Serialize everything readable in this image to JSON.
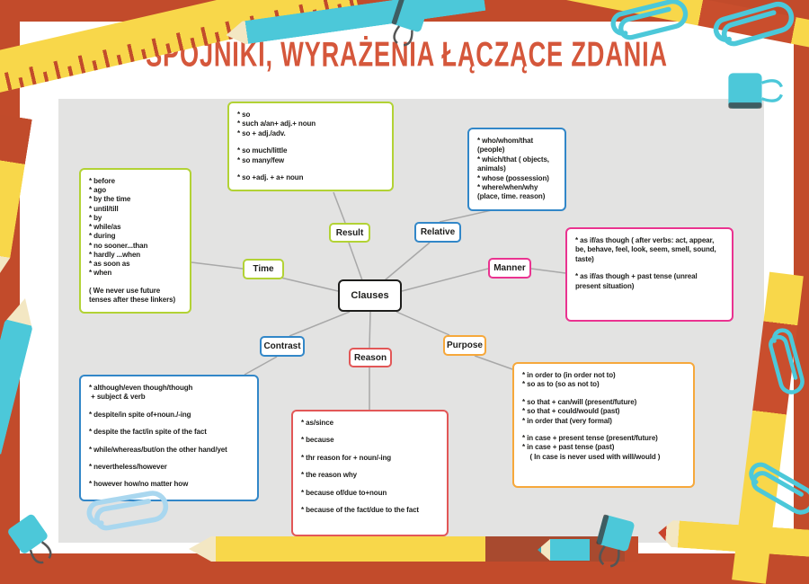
{
  "title": "SPÓJNIKI, WYRAŻENIA ŁĄCZĄCE ZDANIA",
  "colors": {
    "background": "#c24b2b",
    "poster": "#ffffff",
    "panel": "#e3e3e2",
    "title": "#d5573b",
    "green": "#b2d235",
    "blue": "#3287c8",
    "pink": "#ea3390",
    "red": "#e25757",
    "orange": "#f6a83b",
    "text": "#1d1d1b",
    "connector": "#a8a8a8"
  },
  "mindmap": {
    "center_label": "Clauses",
    "result": {
      "label": "Result",
      "items": [
        "* so",
        "* such a/an+ adj.+ noun",
        "* so + adj./adv.",
        "",
        "* so much/little",
        "* so many/few",
        "",
        "* so +adj. + a+ noun"
      ]
    },
    "relative": {
      "label": "Relative",
      "items": [
        "* who/whom/that (people)",
        "* which/that ( objects, animals)",
        "* whose (possession)",
        "* where/when/why (place, time. reason)"
      ]
    },
    "time": {
      "label": "Time",
      "items": [
        "* before",
        "* ago",
        "* by the time",
        "* until/till",
        "* by",
        "* while/as",
        "* during",
        "* no sooner...than",
        "* hardly ...when",
        "* as soon as",
        "* when",
        "",
        "( We never use future tenses after these linkers)"
      ]
    },
    "manner": {
      "label": "Manner",
      "items": [
        "* as if/as though ( after verbs: act, appear, be, behave, feel, look, seem, smell, sound, taste)",
        "",
        "* as if/as though + past tense (unreal present situation)"
      ]
    },
    "contrast": {
      "label": "Contrast",
      "items": [
        "* although/even though/though",
        " + subject & verb",
        "",
        "* despite/in spite of+noun./-ing",
        "",
        "* despite the fact/in spite of the fact",
        "",
        "* while/whereas/but/on the other hand/yet",
        "",
        "* nevertheless/however",
        "",
        "* however how/no matter how"
      ]
    },
    "reason": {
      "label": "Reason",
      "items": [
        "* as/since",
        "",
        "* because",
        "",
        "* thr reason for + noun/-ing",
        "",
        "* the reason why",
        "",
        "* because of/due to+noun",
        "",
        "* because of the fact/due to the fact"
      ]
    },
    "purpose": {
      "label": "Purpose",
      "items": [
        "* in order to (in order not to)",
        "* so as to (so as not to)",
        "",
        "* so that + can/will (present/future)",
        "* so that + could/would (past)",
        "* in order that (very formal)",
        "",
        "* in case + present tense (present/future)",
        "* in case + past tense (past)",
        "    ( In case is never used with will/would )"
      ]
    }
  }
}
